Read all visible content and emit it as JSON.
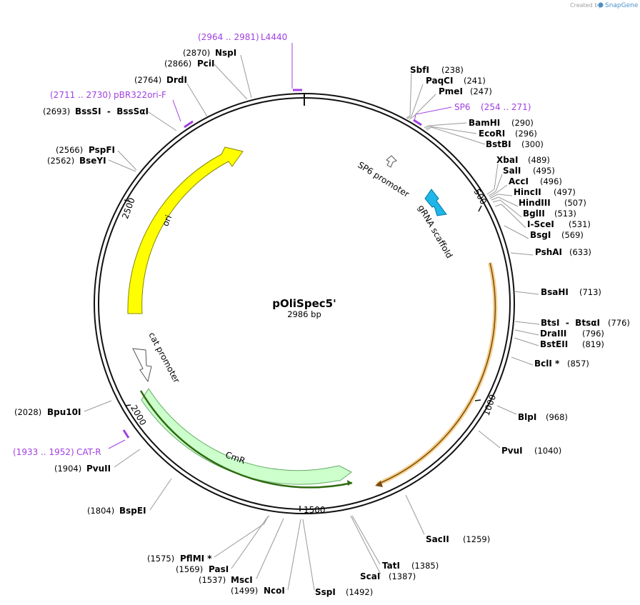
{
  "plasmid": {
    "name": "pOliSpec5'",
    "size_label": "2986 bp",
    "length": 2986
  },
  "credit": {
    "created_by": "Created by",
    "brand": "SnapGene"
  },
  "ticks": [
    {
      "pos": 500,
      "label": "500"
    },
    {
      "pos": 1000,
      "label": "1000"
    },
    {
      "pos": 1500,
      "label": "1500"
    },
    {
      "pos": 2000,
      "label": "2000"
    },
    {
      "pos": 2500,
      "label": "2500"
    }
  ],
  "features": [
    {
      "name": "ori",
      "label": "ori",
      "color": "#ffff00",
      "stroke": "#888800"
    },
    {
      "name": "cmr",
      "label": "CmR",
      "color": "#ccffcc",
      "stroke": "#66aa66"
    },
    {
      "name": "sp6-promoter",
      "label": "SP6 promoter",
      "color": "#ffffff",
      "stroke": "#555555"
    },
    {
      "name": "grna-scaffold",
      "label": "gRNA scaffold",
      "color": "#1fb6e8",
      "stroke": "#0077aa"
    },
    {
      "name": "cat-promoter",
      "label": "cat promoter",
      "color": "#ffffff",
      "stroke": "#555555"
    }
  ],
  "primers": [
    {
      "name": "L4440",
      "range": "(2964 .. 2981)",
      "color": "#a040e0"
    },
    {
      "name": "pBR322ori-F",
      "range": "(2711 .. 2730)",
      "color": "#a040e0"
    },
    {
      "name": "SP6",
      "range": "(254 .. 271)",
      "color": "#a040e0"
    },
    {
      "name": "CAT-R",
      "range": "(1933 .. 1952)",
      "color": "#a040e0"
    }
  ],
  "sites": [
    {
      "name": "SbfI",
      "pos": "(238)"
    },
    {
      "name": "PaqCI",
      "pos": "(241)"
    },
    {
      "name": "PmeI",
      "pos": "(247)"
    },
    {
      "name": "BamHI",
      "pos": "(290)"
    },
    {
      "name": "EcoRI",
      "pos": "(296)"
    },
    {
      "name": "BstBI",
      "pos": "(300)"
    },
    {
      "name": "XbaI",
      "pos": "(489)"
    },
    {
      "name": "SalI",
      "pos": "(495)"
    },
    {
      "name": "AccI",
      "pos": "(496)"
    },
    {
      "name": "HincII",
      "pos": "(497)"
    },
    {
      "name": "HindIII",
      "pos": "(507)"
    },
    {
      "name": "BglII",
      "pos": "(513)"
    },
    {
      "name": "I-SceI",
      "pos": "(531)"
    },
    {
      "name": "BsgI",
      "pos": "(569)"
    },
    {
      "name": "PshAI",
      "pos": "(633)"
    },
    {
      "name": "BsaHI",
      "pos": "(713)"
    },
    {
      "name": "BtsI  -  BtsαI",
      "pos": "(776)"
    },
    {
      "name": "DraIII",
      "pos": "(796)"
    },
    {
      "name": "BstEII",
      "pos": "(819)"
    },
    {
      "name": "BclI *",
      "pos": "(857)"
    },
    {
      "name": "BlpI",
      "pos": "(968)"
    },
    {
      "name": "PvuI",
      "pos": "(1040)"
    },
    {
      "name": "SacII",
      "pos": "(1259)"
    },
    {
      "name": "TatI",
      "pos": "(1385)"
    },
    {
      "name": "ScaI",
      "pos": "(1387)"
    },
    {
      "name": "SspI",
      "pos": "(1492)"
    },
    {
      "name": "NcoI",
      "pos": "(1499)"
    },
    {
      "name": "MscI",
      "pos": "(1537)"
    },
    {
      "name": "PasI",
      "pos": "(1569)"
    },
    {
      "name": "PflMI *",
      "pos": "(1575)"
    },
    {
      "name": "BspEI",
      "pos": "(1804)"
    },
    {
      "name": "PvuII",
      "pos": "(1904)"
    },
    {
      "name": "Bpu10I",
      "pos": "(2028)"
    },
    {
      "name": "BseYI",
      "pos": "(2562)"
    },
    {
      "name": "PspFI",
      "pos": "(2566)"
    },
    {
      "name": "BssSI  -  BssSαI",
      "pos": "(2693)"
    },
    {
      "name": "DrdI",
      "pos": "(2764)"
    },
    {
      "name": "PciI",
      "pos": "(2866)"
    },
    {
      "name": "NspI",
      "pos": "(2870)"
    }
  ]
}
